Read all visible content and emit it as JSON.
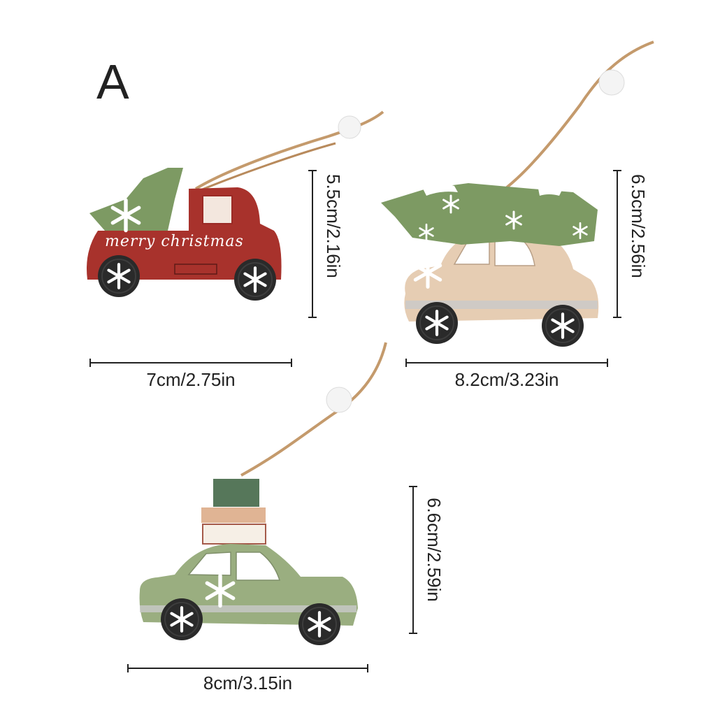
{
  "variant_label": "A",
  "ornaments": [
    {
      "name": "red-truck-ornament",
      "text": "merry christmas",
      "width_label": "7cm/2.75in",
      "height_label": "5.5cm/2.16in"
    },
    {
      "name": "beige-car-tree-ornament",
      "width_label": "8.2cm/3.23in",
      "height_label": "6.5cm/2.56in"
    },
    {
      "name": "green-car-gifts-ornament",
      "width_label": "8cm/3.15in",
      "height_label": "6.6cm/2.59in"
    }
  ],
  "colors": {
    "red": "#a8322c",
    "green": "#7d9a63",
    "beige": "#e6cdb3",
    "tire": "#2a2a2a",
    "twine": "#c49a6c"
  }
}
